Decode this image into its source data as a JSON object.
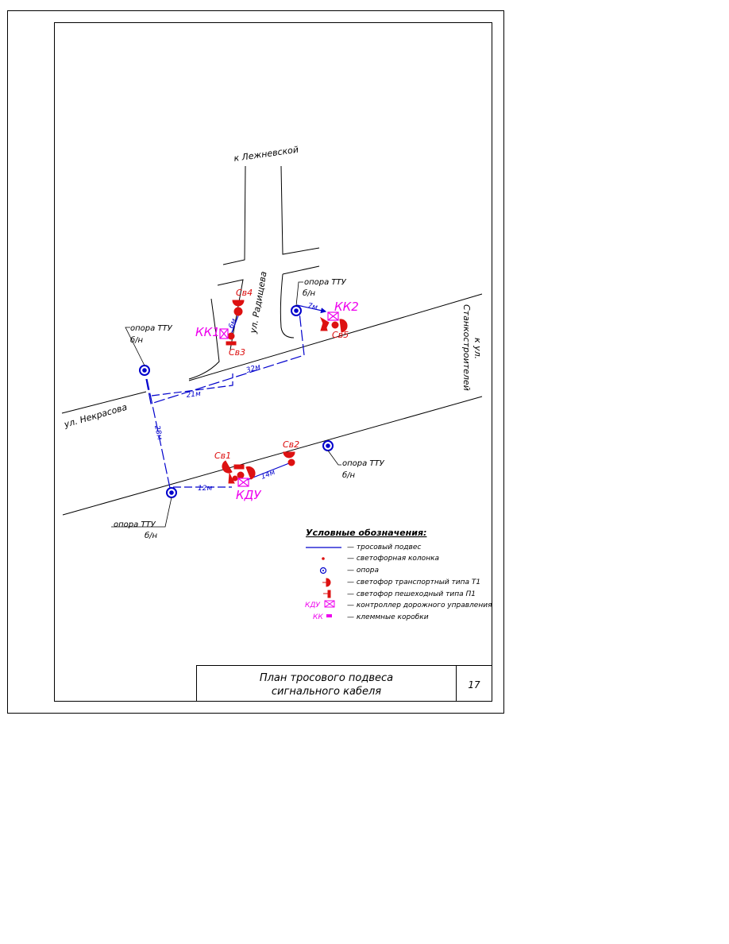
{
  "labels": {
    "to_lezhnevskoy": "к Лежневской",
    "ul_radishcheva": "ул. Радищева",
    "ul_nekrasova": "ул. Некрасова",
    "to_stankostroiteley_1": "к ул.",
    "to_stankostroiteley_2": "Станкостроителей"
  },
  "poles": [
    {
      "id": "pole-left",
      "line1": "опора ТТУ",
      "line2": "б/н"
    },
    {
      "id": "pole-top",
      "line1": "опора ТТУ",
      "line2": "б/н"
    },
    {
      "id": "pole-right",
      "line1": "опора ТТУ",
      "line2": "б/н"
    },
    {
      "id": "pole-bottom",
      "line1": "опора ТТУ",
      "line2": "б/н"
    }
  ],
  "devices": {
    "sv1": "Св1",
    "sv2": "Св2",
    "sv3": "Св3",
    "sv4": "Св4",
    "sv5": "Св5",
    "kk1": "КК1",
    "kk2": "КК2",
    "kdu": "КДУ"
  },
  "distances": {
    "d7": "7м",
    "d6": "6м",
    "d32": "32м",
    "d21": "21м",
    "d28": "28м",
    "d12": "12м",
    "d14": "14м"
  },
  "legend": {
    "title": "Условные обозначения:",
    "items": [
      {
        "symbol": "",
        "text": "— тросовый подвес"
      },
      {
        "symbol": "",
        "text": "— светофорная колонка"
      },
      {
        "symbol": "",
        "text": "— опора"
      },
      {
        "symbol": "",
        "text": "— светофор транспортный типа Т1"
      },
      {
        "symbol": "",
        "text": "— светофор пешеходный типа П1"
      },
      {
        "symbol": "КДУ",
        "text": "— контроллер дорожного управления"
      },
      {
        "symbol": "КК",
        "text": "— клеммные коробки"
      }
    ]
  },
  "title_block": {
    "line1": "План тросового подвеса",
    "line2": "сигнального кабеля",
    "sheet": "17"
  },
  "colors": {
    "cable": "#0000cc",
    "device": "#dd1111",
    "controller": "#ee00ee",
    "road": "#000000"
  }
}
